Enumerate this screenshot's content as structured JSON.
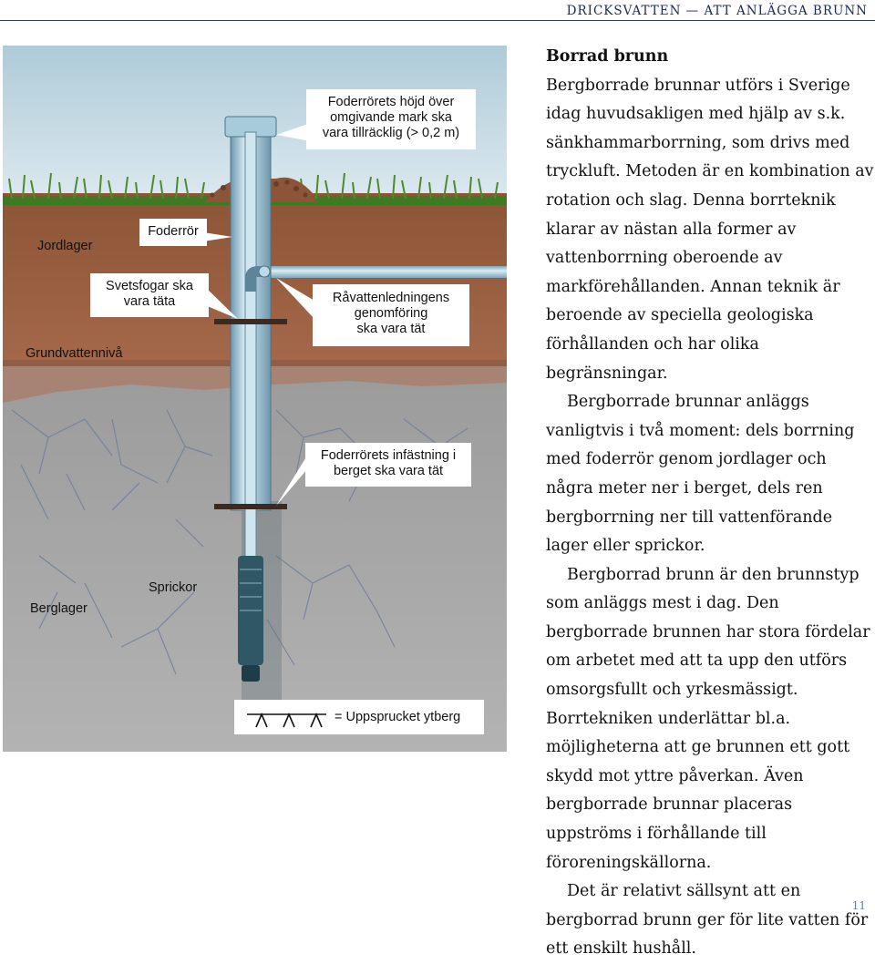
{
  "header": {
    "title": "DRICKSVATTEN — ATT ANLÄGGA BRUNN"
  },
  "figure": {
    "labels": {
      "jordlager": "Jordlager",
      "foderror": "Foderrör",
      "svetsfogar": [
        "Svetsfogar ska",
        "vara täta"
      ],
      "grundvattenniva": "Grundvattennivå",
      "sprickor": "Sprickor",
      "berglager": "Berglager"
    },
    "callouts": {
      "hojd": [
        "Foderrörets höjd över",
        "omgivande mark ska",
        "vara tillräcklig (> 0,2 m)"
      ],
      "ravatten": [
        "Råvattenledningens",
        "genomföring",
        "ska vara tät"
      ],
      "infastning": [
        "Foderrörets infästning i",
        "berget ska vara tät"
      ]
    },
    "legend": {
      "text": "= Uppsprucket ytberg"
    },
    "colors": {
      "sky": "#c9dde6",
      "soil": "#9a5d3c",
      "rock": "#aaaaaa",
      "pipe": "#9fc3d6",
      "water": "#2c5a6a"
    }
  },
  "article": {
    "heading": "Borrad brunn",
    "paragraphs": [
      "Bergborrade brunnar utförs i Sverige idag huvudsakligen med hjälp av s.k. sänkhammarborrning, som drivs med tryckluft. Metoden är en kombination av rotation och slag. Denna borrteknik klarar av nästan alla former av vattenborrning oberoende av markförehållanden. Annan teknik är beroende av speciella geologiska förhållanden och har olika begränsningar.",
      "Bergborrade brunnar anläggs vanligtvis i två moment: dels borrning med foderrör genom jordlager och några meter ner i berget, dels ren bergborrning ner till vattenförande lager eller sprickor.",
      "Bergborrad brunn är den brunnstyp som anläggs mest i dag. Den bergborrade brunnen har stora fördelar om arbetet med att ta upp den utförs omsorgsfullt och yrkesmässigt. Borrtekniken underlättar bl.a. möjligheterna att ge brunnen ett gott skydd mot yttre påverkan. Även bergborrade brunnar placeras uppströms i förhållande till föroreningskällorna.",
      "Det är relativt sällsynt att en bergborrad brunn ger för lite vatten för ett enskilt hushåll."
    ]
  },
  "page_number": "11"
}
